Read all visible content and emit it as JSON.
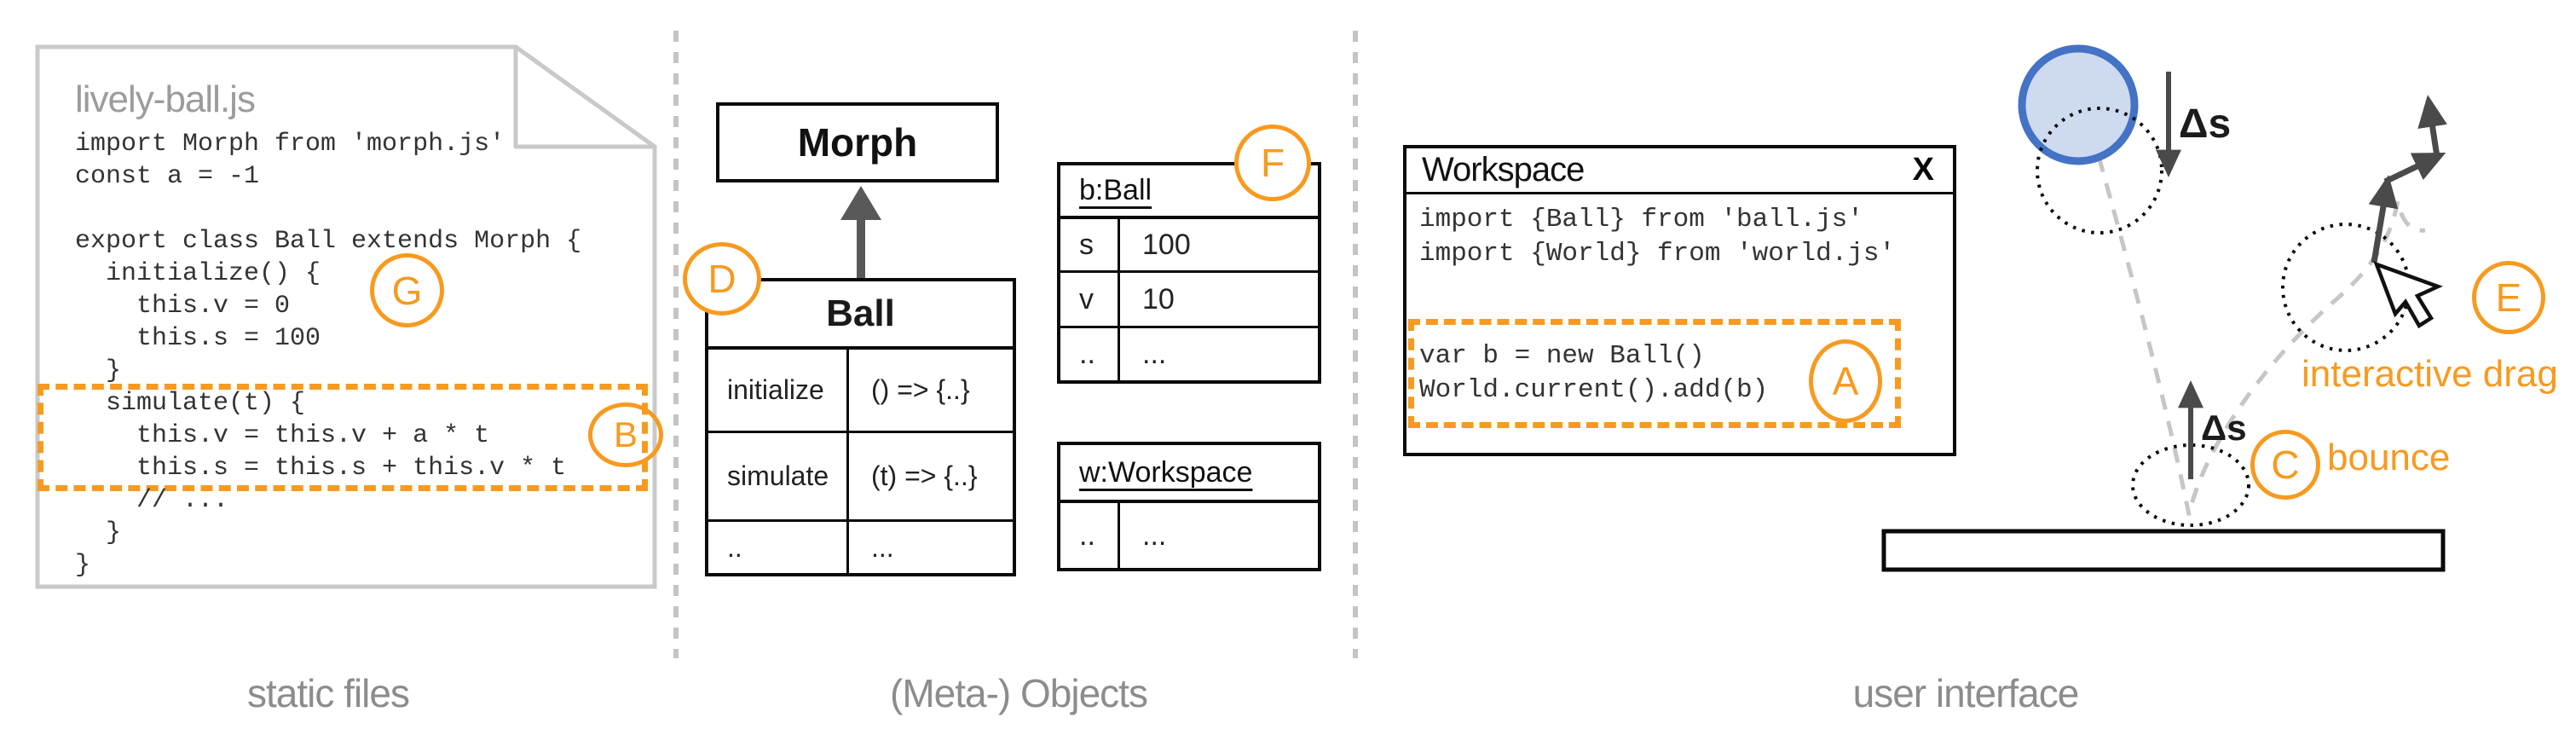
{
  "panel_labels": {
    "left": "static files",
    "middle": "(Meta-) Objects",
    "right": "user interface"
  },
  "file": {
    "title": "lively-ball.js",
    "code": "import Morph from 'morph.js'\nconst a = -1\n\nexport class Ball extends Morph {\n  initialize() {\n    this.v = 0\n    this.s = 100\n  }\n  simulate(t) {\n    this.v = this.v + a * t\n    this.s = this.s + this.v * t\n    // ...\n  }\n}"
  },
  "class_diagram": {
    "superclass": "Morph",
    "class_table": {
      "title": "Ball",
      "rows": [
        {
          "name": "initialize",
          "value": "() => {..}"
        },
        {
          "name": "simulate",
          "value": "(t) => {..}"
        },
        {
          "name": "..",
          "value": "..."
        }
      ]
    },
    "instance_table": {
      "title": "b:Ball",
      "rows": [
        {
          "name": "s",
          "value": "100"
        },
        {
          "name": "v",
          "value": "10"
        },
        {
          "name": "..",
          "value": "..."
        }
      ]
    },
    "workspace_object_table": {
      "title": "w:Workspace",
      "rows": [
        {
          "name": "..",
          "value": "..."
        }
      ]
    }
  },
  "workspace_window": {
    "title": "Workspace",
    "close_label": "X",
    "code": "import {Ball} from 'ball.js'\nimport {World} from 'world.js'\n\n\nvar b = new Ball()\nWorld.current().add(b)"
  },
  "physics": {
    "delta_s_fall": "Δs",
    "delta_s_rise": "Δs",
    "bounce_label": "bounce",
    "drag_label": "interactive drag"
  },
  "markers": {
    "A": "A",
    "B": "B",
    "C": "C",
    "D": "D",
    "E": "E",
    "F": "F",
    "G": "G"
  },
  "colors": {
    "accent_orange": "#F79A20",
    "ball_fill": "#CEDAEF",
    "ball_stroke": "#4472C4",
    "file_border_gray": "#C9C9C9",
    "label_gray": "#8C8C8C",
    "arrow_gray": "#595959"
  }
}
